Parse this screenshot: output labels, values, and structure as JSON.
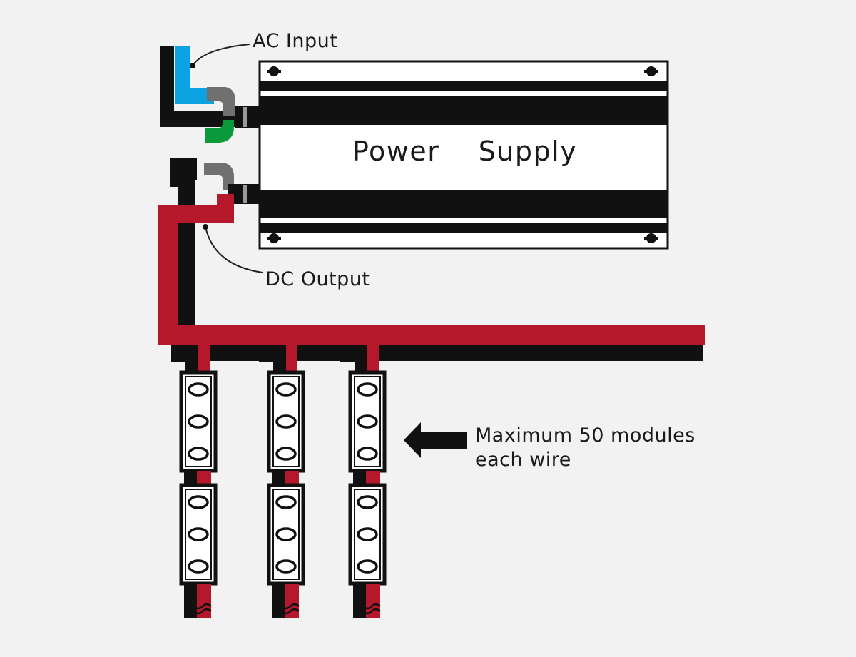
{
  "labels": {
    "ac_input": "AC Input",
    "power_supply": "Power    Supply",
    "dc_output": "DC Output",
    "note_line1": "Maximum 50 modules",
    "note_line2": "each wire"
  },
  "colors": {
    "background": "#f2f2f2",
    "black": "#111111",
    "red": "#b5182a",
    "blue": "#0aa2e0",
    "green": "#0a9a3c",
    "gray": "#707070",
    "white": "#ffffff"
  },
  "module_strings": [
    {
      "modules": [
        {
          "leds": 3
        },
        {
          "leds": 3
        }
      ]
    },
    {
      "modules": [
        {
          "leds": 3
        },
        {
          "leds": 3
        }
      ]
    },
    {
      "modules": [
        {
          "leds": 3
        },
        {
          "leds": 3
        }
      ]
    }
  ]
}
